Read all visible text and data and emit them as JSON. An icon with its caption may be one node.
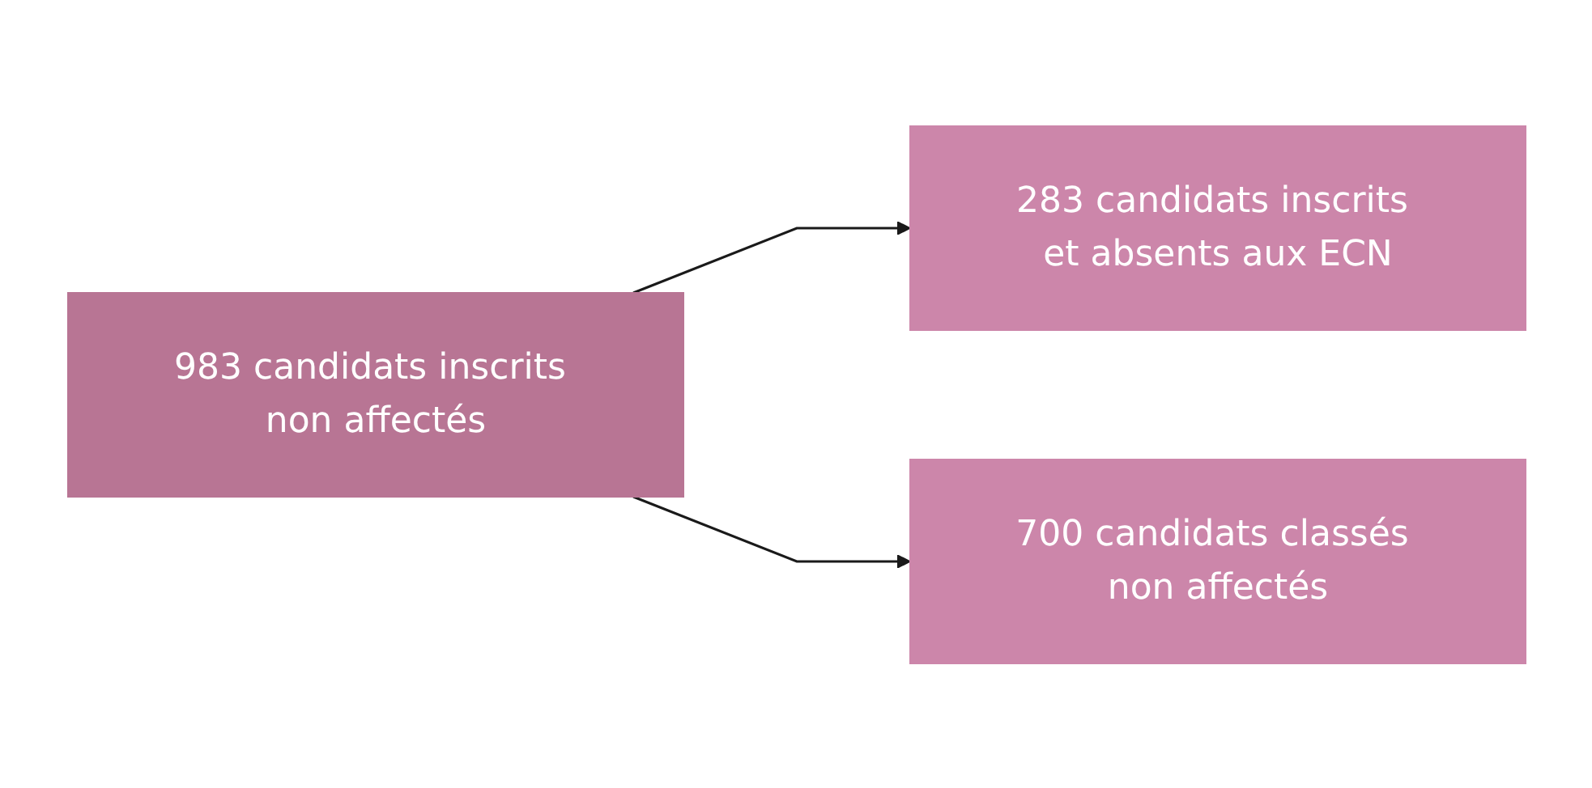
{
  "diagram": {
    "nodes": [
      {
        "text": [
          "983 candidats inscrits non affectés"
        ]
      },
      {
        "text": [
          "283 candidats inscrits et absents aux ECN"
        ]
      },
      {
        "text": [
          "700 candidats classés non affectés"
        ]
      }
    ],
    "edges": [
      {
        "from": 0,
        "to": 1,
        "arrow": "to"
      },
      {
        "from": 0,
        "to": 2,
        "arrow": "to"
      }
    ]
  }
}
